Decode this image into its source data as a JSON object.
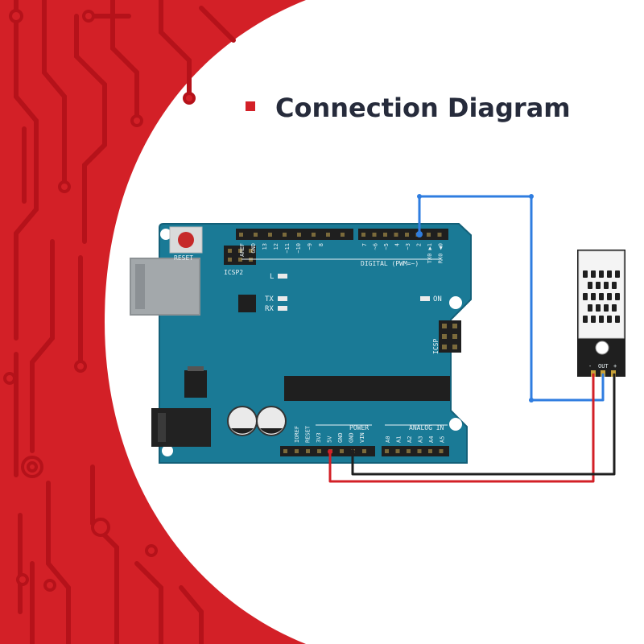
{
  "title": "Connection Diagram",
  "colors": {
    "background_red": "#d32027",
    "trace_red": "#b8141b",
    "board": "#1a7a96",
    "board_dark": "#145f75",
    "wire_blue": "#2f7de0",
    "wire_red": "#d32027",
    "wire_black": "#1f1f1f",
    "title_text": "#262b3b",
    "bullet": "#d32027"
  },
  "board": {
    "reset_label": "RESET",
    "icsp2_label": "ICSP2",
    "icsp_label": "ICSP",
    "led_l": "L",
    "led_tx": "TX",
    "led_rx": "RX",
    "led_on": "ON",
    "digital_label": "DIGITAL (PWM=~)",
    "digital_pins": [
      "AREF",
      "GND",
      "13",
      "12",
      "~11",
      "~10",
      "~9",
      "8",
      "7",
      "~6",
      "~5",
      "4",
      "~3",
      "2",
      "TX0 ▶1",
      "RX0 ◀0"
    ],
    "power_label": "POWER",
    "power_pins": [
      "IOREF",
      "RESET",
      "3V3",
      "5V",
      "GND",
      "GND",
      "VIN"
    ],
    "analog_label": "ANALOG IN",
    "analog_pins": [
      "A0",
      "A1",
      "A2",
      "A3",
      "A4",
      "A5"
    ]
  },
  "sensor": {
    "out_label": "OUT",
    "minus_label": "-",
    "plus_label": "+"
  }
}
